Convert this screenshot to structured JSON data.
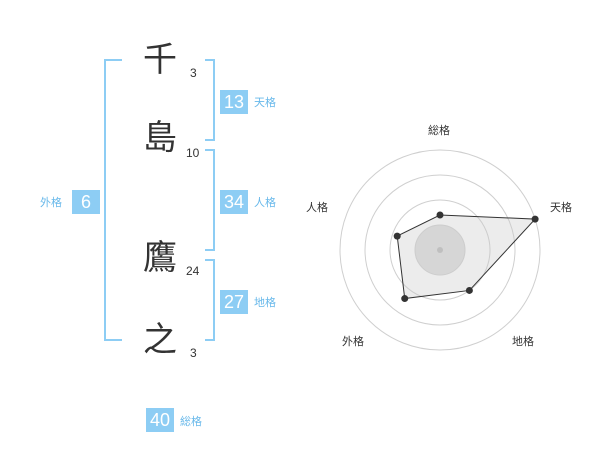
{
  "name_characters": [
    {
      "char": "千",
      "strokes": "3"
    },
    {
      "char": "島",
      "strokes": "10"
    },
    {
      "char": "鷹",
      "strokes": "24"
    },
    {
      "char": "之",
      "strokes": "3"
    }
  ],
  "fortunes": {
    "tenkaku": {
      "label": "天格",
      "value": "13"
    },
    "jinkaku": {
      "label": "人格",
      "value": "34"
    },
    "chikaku": {
      "label": "地格",
      "value": "27"
    },
    "gaikaku": {
      "label": "外格",
      "value": "6"
    },
    "soukaku": {
      "label": "総格",
      "value": "40"
    }
  },
  "colors": {
    "accent": "#8dcdf4",
    "accent_text": "#67b8ea",
    "radar_fill": "#e8e8e8",
    "radar_line": "#333333"
  },
  "chart_data": {
    "type": "radar",
    "axes": [
      "総格",
      "天格",
      "地格",
      "外格",
      "人格"
    ],
    "values": [
      0.35,
      1.0,
      0.5,
      0.6,
      0.45
    ],
    "rings": 4,
    "ylim": [
      0,
      1
    ]
  }
}
